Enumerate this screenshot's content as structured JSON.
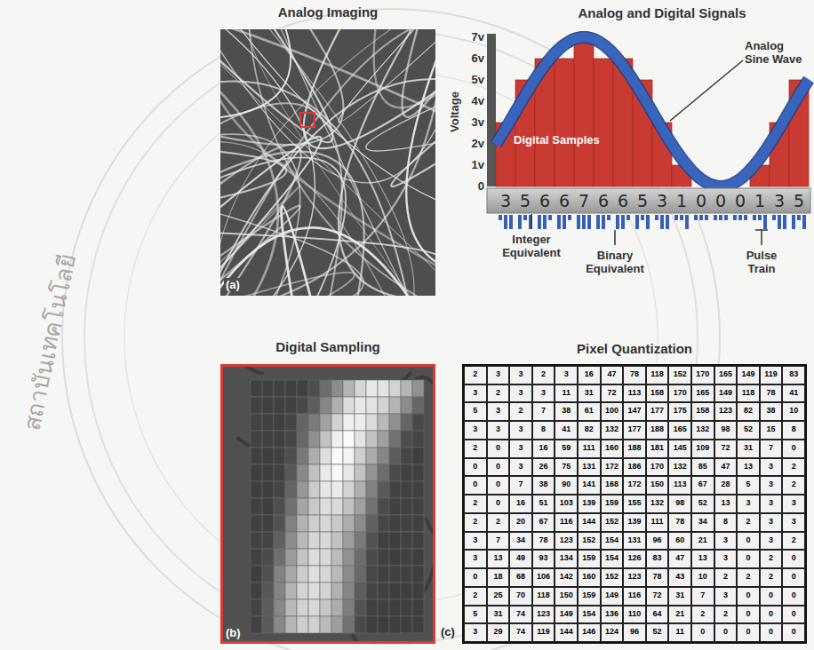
{
  "diagram": {
    "nodes": [
      {
        "text": [
          "Analog Imaging",
          "(a)"
        ]
      },
      {
        "text": [
          "Digital Sampling",
          "(b)"
        ]
      },
      {
        "text": [
          "Pixel Quantization",
          "(c)"
        ]
      }
    ],
    "labels": [
      "Analog and Digital Signals",
      "Voltage",
      "7v",
      "6v",
      "5v",
      "4v",
      "3v",
      "2v",
      "1v",
      "0",
      "Analog Sine Wave",
      "Digital Samples",
      "3",
      "5",
      "6",
      "6",
      "7",
      "6",
      "6",
      "5",
      "3",
      "1",
      "0",
      "0",
      "0",
      "1",
      "3",
      "5",
      "Integer Equivalent",
      "Binary Equivalent",
      "Pulse Train",
      "สถาบันเทคโนโลยี",
      "2",
      "3",
      "3",
      "2",
      "3",
      "16",
      "47",
      "78",
      "118",
      "152",
      "170",
      "165",
      "149",
      "119",
      "83",
      "3",
      "2",
      "3",
      "3",
      "11",
      "31",
      "72",
      "113",
      "158",
      "170",
      "165",
      "149",
      "118",
      "78",
      "41",
      "5",
      "3",
      "2",
      "7",
      "38",
      "61",
      "100",
      "147",
      "177",
      "175",
      "158",
      "123",
      "82",
      "38",
      "10",
      "3",
      "3",
      "3",
      "8",
      "41",
      "82",
      "132",
      "177",
      "188",
      "165",
      "132",
      "98",
      "52",
      "15",
      "8",
      "2",
      "0",
      "3",
      "16",
      "59",
      "111",
      "160",
      "188",
      "181",
      "145",
      "109",
      "72",
      "31",
      "7",
      "0",
      "0",
      "0",
      "3",
      "26",
      "75",
      "131",
      "172",
      "186",
      "170",
      "132",
      "85",
      "47",
      "13",
      "3",
      "2",
      "0",
      "0",
      "7",
      "38",
      "90",
      "141",
      "168",
      "172",
      "150",
      "113",
      "67",
      "28",
      "5",
      "3",
      "2",
      "2",
      "0",
      "16",
      "51",
      "103",
      "139",
      "159",
      "155",
      "132",
      "98",
      "52",
      "13",
      "3",
      "3",
      "3",
      "2",
      "2",
      "20",
      "67",
      "116",
      "144",
      "152",
      "139",
      "111",
      "78",
      "34",
      "8",
      "2",
      "3",
      "3",
      "3",
      "7",
      "34",
      "78",
      "123",
      "152",
      "154",
      "131",
      "96",
      "60",
      "21",
      "3",
      "0",
      "3",
      "2",
      "3",
      "13",
      "49",
      "93",
      "134",
      "159",
      "154",
      "126",
      "83",
      "47",
      "13",
      "3",
      "0",
      "2",
      "0",
      "0",
      "18",
      "68",
      "106",
      "142",
      "160",
      "152",
      "123",
      "78",
      "43",
      "10",
      "2",
      "2",
      "2",
      "0",
      "2",
      "25",
      "70",
      "118",
      "150",
      "159",
      "149",
      "116",
      "72",
      "31",
      "7",
      "3",
      "0",
      "0",
      "0",
      "5",
      "31",
      "74",
      "123",
      "149",
      "154",
      "136",
      "110",
      "64",
      "21",
      "2",
      "2",
      "0",
      "0",
      "0",
      "3",
      "29",
      "74",
      "119",
      "144",
      "146",
      "124",
      "96",
      "52",
      "11",
      "0",
      "0",
      "0",
      "0",
      "0"
    ]
  }
}
